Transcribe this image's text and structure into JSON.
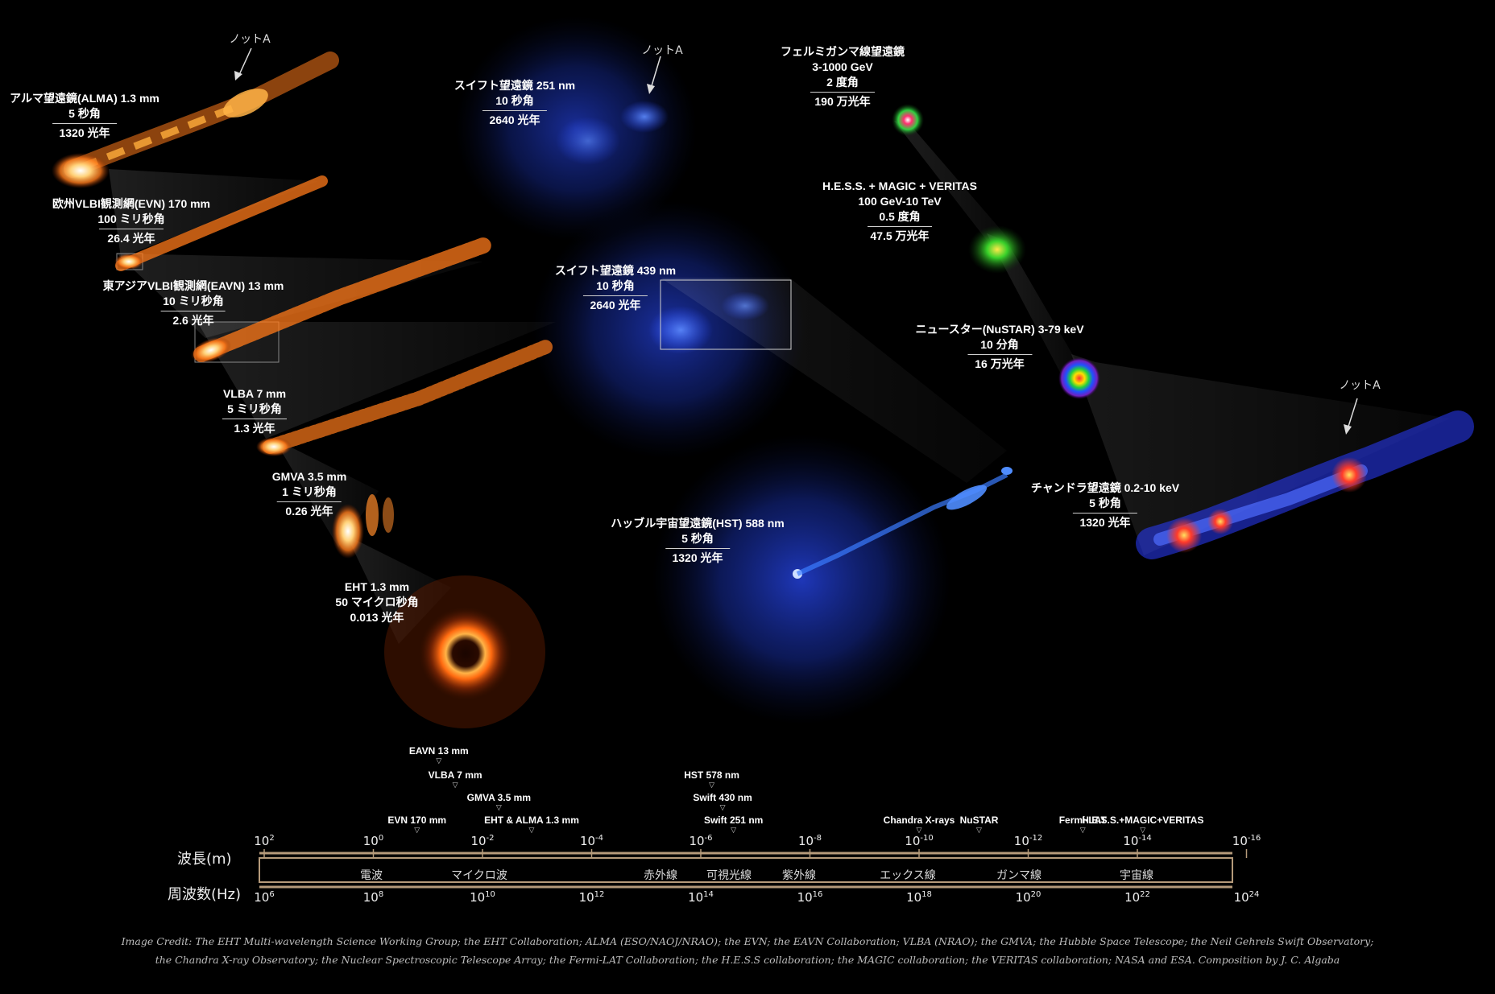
{
  "panels": {
    "alma": {
      "name": "アルマ望遠鏡(ALMA) 1.3 mm",
      "angle": "5 秒角",
      "size": "1320 光年"
    },
    "evn": {
      "name": "欧州VLBI観測網(EVN) 170 mm",
      "angle": "100 ミリ秒角",
      "size": "26.4 光年"
    },
    "eavn": {
      "name": "東アジアVLBI観測網(EAVN) 13 mm",
      "angle": "10 ミリ秒角",
      "size": "2.6 光年"
    },
    "vlba": {
      "name": "VLBA 7 mm",
      "angle": "5 ミリ秒角",
      "size": "1.3 光年"
    },
    "gmva": {
      "name": "GMVA 3.5 mm",
      "angle": "1 ミリ秒角",
      "size": "0.26 光年"
    },
    "eht": {
      "name": "EHT 1.3 mm",
      "angle": "50 マイクロ秒角",
      "size": "0.013 光年"
    },
    "swift251": {
      "name": "スイフト望遠鏡 251 nm",
      "angle": "10 秒角",
      "size": "2640 光年"
    },
    "swift439": {
      "name": "スイフト望遠鏡 439 nm",
      "angle": "10 秒角",
      "size": "2640 光年"
    },
    "hst": {
      "name": "ハッブル宇宙望遠鏡(HST) 588 nm",
      "angle": "5 秒角",
      "size": "1320 光年"
    },
    "fermi": {
      "name": "フェルミガンマ線望遠鏡",
      "energy": "3-1000 GeV",
      "angle": "2 度角",
      "size": "190 万光年"
    },
    "hess": {
      "name": "H.E.S.S. + MAGIC + VERITAS",
      "energy": "100 GeV-10 TeV",
      "angle": "0.5 度角",
      "size": "47.5 万光年"
    },
    "nustar": {
      "name": "ニュースター(NuSTAR) 3-79 keV",
      "angle": "10 分角",
      "size": "16 万光年"
    },
    "chandra": {
      "name": "チャンドラ望遠鏡 0.2-10 keV",
      "angle": "5 秒角",
      "size": "1320 光年"
    }
  },
  "knot_label": "ノットA",
  "wavelength_markers": [
    {
      "label": "EAVN 13 mm",
      "exp": -1.2,
      "row": 4
    },
    {
      "label": "VLBA 7 mm",
      "exp": -1.5,
      "row": 3
    },
    {
      "label": "GMVA 3.5 mm",
      "exp": -2.3,
      "row": 2
    },
    {
      "label": "EVN 170 mm",
      "exp": -0.8,
      "row": 1
    },
    {
      "label": "EHT & ALMA 1.3 mm",
      "exp": -2.9,
      "row": 1
    },
    {
      "label": "HST 578 nm",
      "exp": -6.2,
      "row": 3
    },
    {
      "label": "Swift 430 nm",
      "exp": -6.4,
      "row": 2
    },
    {
      "label": "Swift 251 nm",
      "exp": -6.6,
      "row": 1
    },
    {
      "label": "Chandra X-rays",
      "exp": -10.0,
      "row": 1
    },
    {
      "label": "NuSTAR",
      "exp": -11.1,
      "row": 1
    },
    {
      "label": "Fermi-LAT",
      "exp": -13.0,
      "row": 1
    },
    {
      "label": "H.E.S.S.+MAGIC+VERITAS",
      "exp": -14.1,
      "row": 1
    }
  ],
  "axis": {
    "wavelength_name": "波長(m)",
    "frequency_name": "周波数(Hz)",
    "wavelength_ticks": [
      {
        "base": "10",
        "exp": "2"
      },
      {
        "base": "10",
        "exp": "0"
      },
      {
        "base": "10",
        "exp": "-2"
      },
      {
        "base": "10",
        "exp": "-4"
      },
      {
        "base": "10",
        "exp": "-6"
      },
      {
        "base": "10",
        "exp": "-8"
      },
      {
        "base": "10",
        "exp": "-10"
      },
      {
        "base": "10",
        "exp": "-12"
      },
      {
        "base": "10",
        "exp": "-14"
      },
      {
        "base": "10",
        "exp": "-16"
      }
    ],
    "frequency_ticks": [
      {
        "base": "10",
        "exp": "6"
      },
      {
        "base": "10",
        "exp": "8"
      },
      {
        "base": "10",
        "exp": "10"
      },
      {
        "base": "10",
        "exp": "12"
      },
      {
        "base": "10",
        "exp": "14"
      },
      {
        "base": "10",
        "exp": "16"
      },
      {
        "base": "10",
        "exp": "18"
      },
      {
        "base": "10",
        "exp": "20"
      },
      {
        "base": "10",
        "exp": "22"
      },
      {
        "base": "10",
        "exp": "24"
      }
    ],
    "bands": [
      "電波",
      "マイクロ波",
      "赤外線",
      "可視光線",
      "紫外線",
      "エックス線",
      "ガンマ線",
      "宇宙線"
    ]
  },
  "colors": {
    "radio_jet": "#ff7a1a",
    "blue_halo": "#1e3cff",
    "axis_line": "#b59a7a"
  },
  "credit_line1": "Image Credit: The EHT Multi-wavelength Science Working Group; the EHT Collaboration; ALMA (ESO/NAOJ/NRAO); the EVN; the EAVN Collaboration; VLBA (NRAO); the GMVA; the Hubble Space Telescope; the Neil Gehrels Swift Observatory;",
  "credit_line2": "the Chandra X-ray Observatory; the Nuclear Spectroscopic Telescope Array; the Fermi-LAT Collaboration; the H.E.S.S collaboration; the MAGIC collaboration; the VERITAS collaboration; NASA and ESA. Composition by J. C. Algaba"
}
